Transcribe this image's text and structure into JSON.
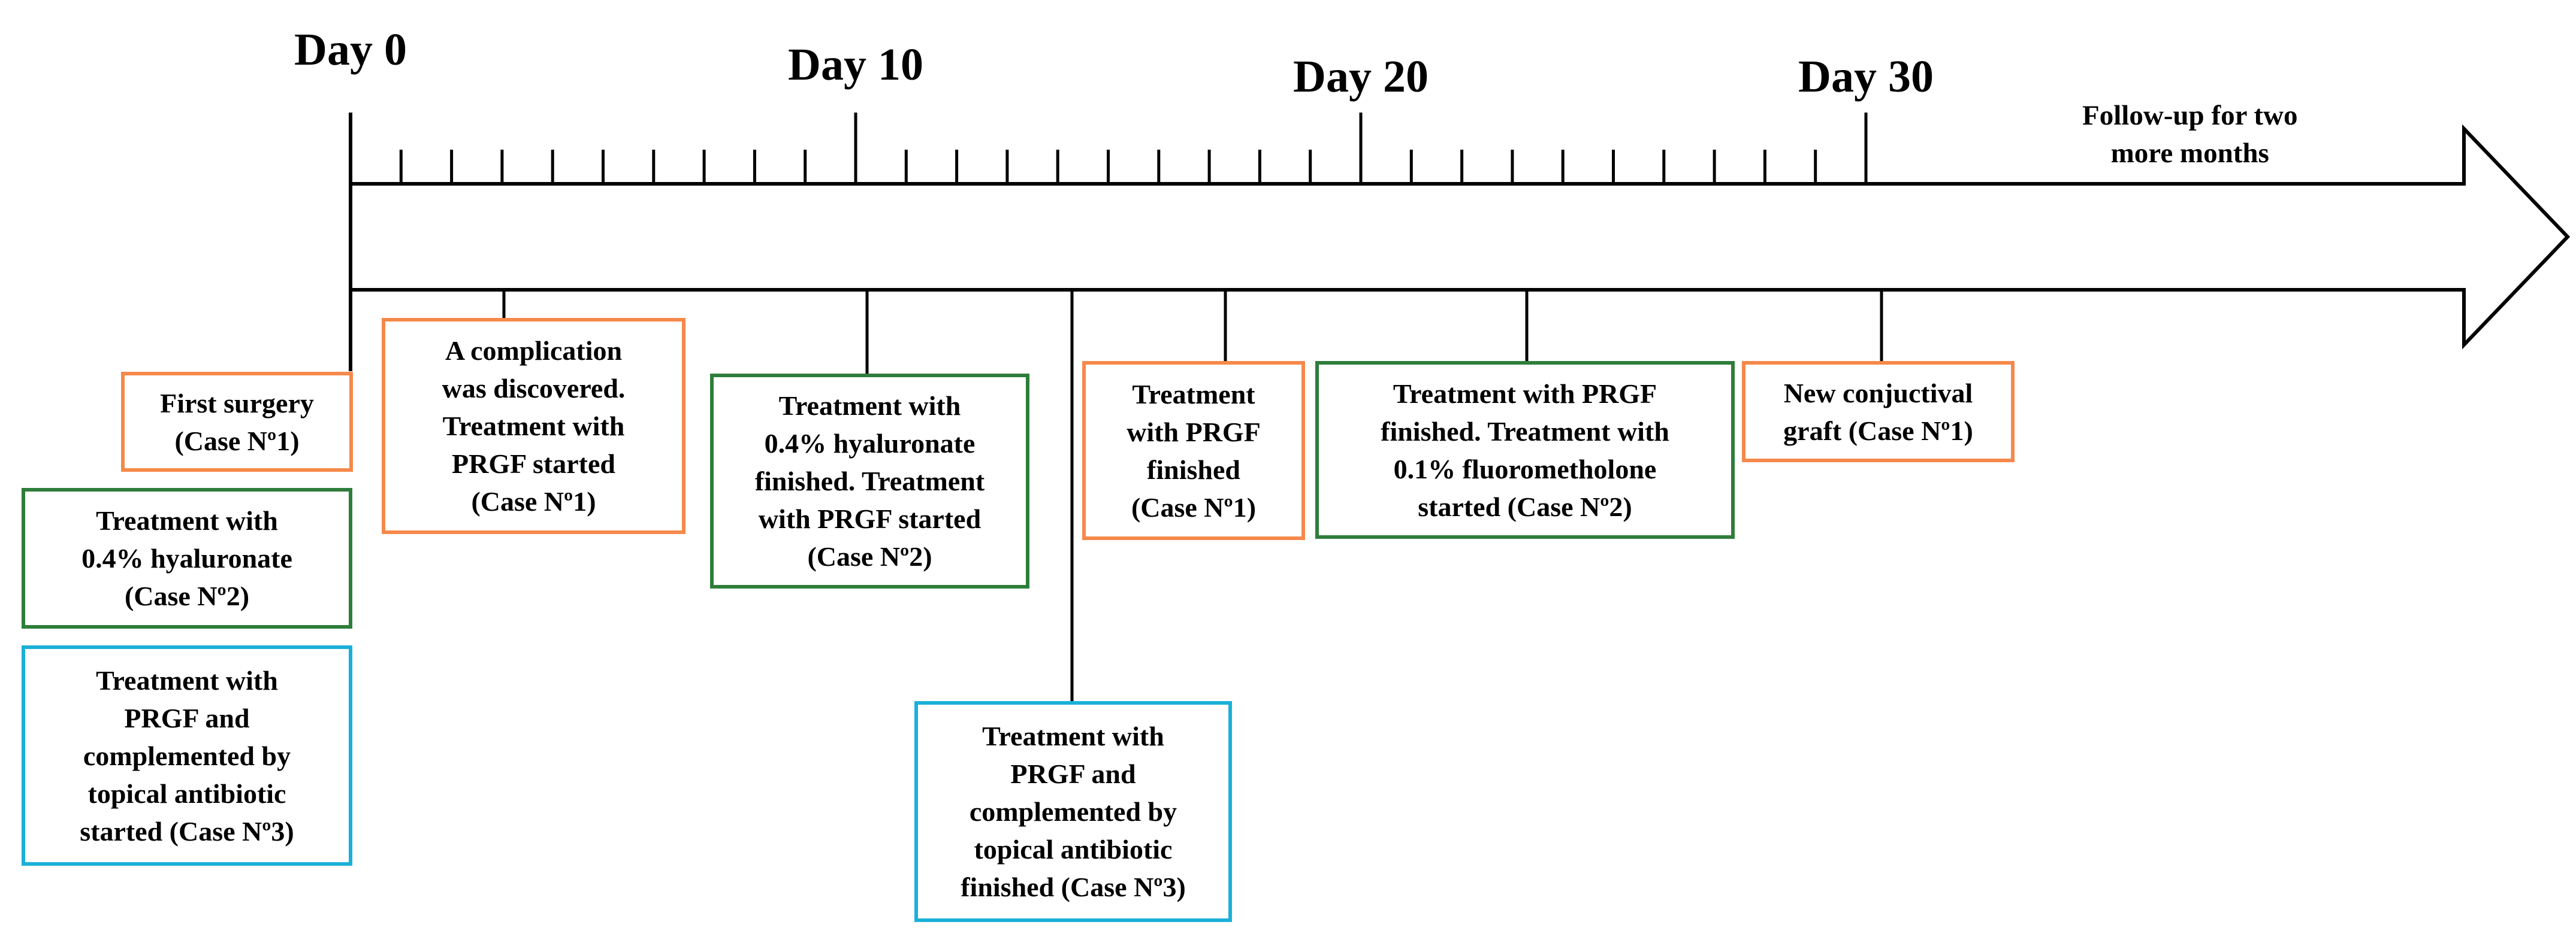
{
  "colors": {
    "orange": "#F5894B",
    "green": "#2E7D3A",
    "blue": "#1AB0D8",
    "axis": "#000000"
  },
  "axis": {
    "day_labels": [
      "Day 0",
      "Day 10",
      "Day 20",
      "Day 30"
    ],
    "followup_label": "Follow-up for two\nmore months",
    "total_days": 30
  },
  "events": [
    {
      "id": "first-surgery",
      "day": 0,
      "case": "Case Nº1",
      "color": "orange",
      "text": "First surgery\n(Case Nº1)"
    },
    {
      "id": "hyaluronate-start",
      "day": 0,
      "case": "Case Nº2",
      "color": "green",
      "text": "Treatment with\n0.4% hyaluronate\n(Case Nº2)"
    },
    {
      "id": "prgf-antibiotic-start",
      "day": 0,
      "case": "Case Nº3",
      "color": "blue",
      "text": "Treatment with\nPRGF and\ncomplemented by\ntopical antibiotic\nstarted (Case Nº3)"
    },
    {
      "id": "complication",
      "day": 3,
      "case": "Case Nº1",
      "color": "orange",
      "text": "A complication\nwas discovered.\nTreatment with\nPRGF started\n(Case Nº1)"
    },
    {
      "id": "hyaluronate-finished",
      "day": 10,
      "case": "Case Nº2",
      "color": "green",
      "text": "Treatment with\n0.4% hyaluronate\nfinished. Treatment\nwith PRGF started\n(Case Nº2)"
    },
    {
      "id": "prgf-antibiotic-finished",
      "day": 14,
      "case": "Case Nº3",
      "color": "blue",
      "text": "Treatment with\nPRGF and\ncomplemented by\ntopical antibiotic\nfinished (Case Nº3)"
    },
    {
      "id": "prgf-finished-case1",
      "day": 17,
      "case": "Case Nº1",
      "color": "orange",
      "text": "Treatment\nwith PRGF\nfinished\n(Case Nº1)"
    },
    {
      "id": "prgf-finished-fluoro",
      "day": 23,
      "case": "Case Nº2",
      "color": "green",
      "text": "Treatment with PRGF\nfinished. Treatment with\n0.1% fluorometholone\nstarted (Case Nº2)"
    },
    {
      "id": "new-graft",
      "day": 30,
      "case": "Case Nº1",
      "color": "orange",
      "text": "New conjuctival\ngraft (Case Nº1)"
    }
  ]
}
